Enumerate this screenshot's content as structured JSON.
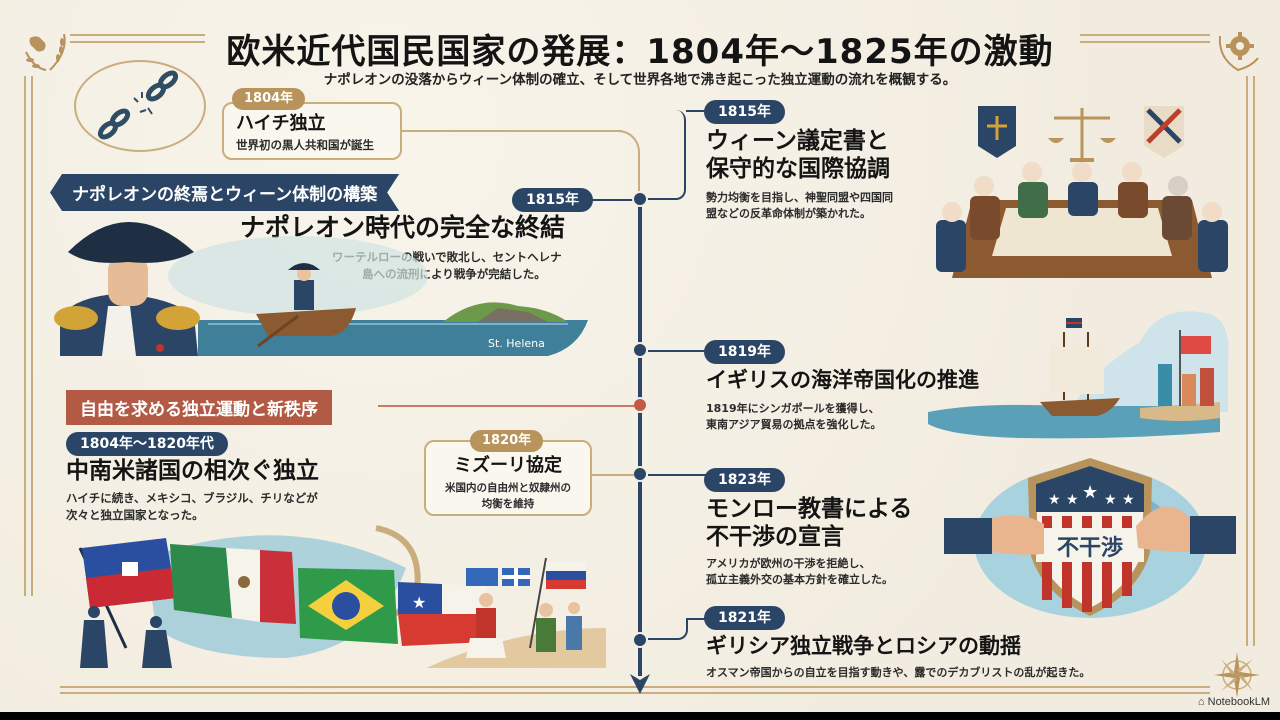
{
  "header": {
    "title": "欧米近代国民国家の発展：1804年～1825年の激動",
    "subtitle": "ナポレオンの没落からウィーン体制の確立、そして世界各地で沸き起こった独立運動の流れを概観する。"
  },
  "sections": {
    "napoleon": {
      "label": "ナポレオンの終焉とウィーン体制の構築",
      "color": "#2a4565"
    },
    "independence": {
      "label": "自由を求める独立運動と新秩序",
      "color": "#b35a45"
    }
  },
  "events": {
    "haiti": {
      "year": "1804年",
      "title": "ハイチ独立",
      "desc": "世界初の黒人共和国が誕生",
      "icon": "broken-chain-icon"
    },
    "napoleon_end": {
      "year": "1815年",
      "title": "ナポレオン時代の完全な終結",
      "desc_line1": "ワーテルローの戦いで敗北し、セントヘレナ",
      "desc_line2": "島への流刑により戦争が完結した。",
      "illustration_label": "St. Helena"
    },
    "vienna": {
      "year": "1815年",
      "title_line1": "ウィーン議定書と",
      "title_line2": "保守的な国際協調",
      "desc_line1": "勢力均衡を目指し、神聖同盟や四国同",
      "desc_line2": "盟などの反革命体制が築かれた。"
    },
    "britain": {
      "year": "1819年",
      "title": "イギリスの海洋帝国化の推進",
      "desc_line1": "1819年にシンガポールを獲得し、",
      "desc_line2": "東南アジア貿易の拠点を強化した。"
    },
    "latin_america": {
      "year": "1804年～1820年代",
      "title": "中南米諸国の相次ぐ独立",
      "desc_line1": "ハイチに続き、メキシコ、ブラジル、チリなどが",
      "desc_line2": "次々と独立国家となった。"
    },
    "missouri": {
      "year": "1820年",
      "title": "ミズーリ協定",
      "desc_line1": "米国内の自由州と奴隷州の",
      "desc_line2": "均衡を維持"
    },
    "monroe": {
      "year": "1823年",
      "title_line1": "モンロー教書による",
      "title_line2": "不干渉の宣言",
      "desc_line1": "アメリカが欧州の干渉を拒絶し、",
      "desc_line2": "孤立主義外交の基本方針を確立した。",
      "shield_text": "不干渉"
    },
    "greece": {
      "year": "1821年",
      "title": "ギリシア独立戦争とロシアの動揺",
      "desc": "オスマン帝国からの自立を目指す動きや、露でのデカブリストの乱が起きた。"
    }
  },
  "colors": {
    "background": "#f4efe4",
    "navy": "#2a4565",
    "gold": "#b8935b",
    "gold_line": "#c9ad7c",
    "rust": "#c25a44"
  },
  "watermark": "NotebookLM"
}
